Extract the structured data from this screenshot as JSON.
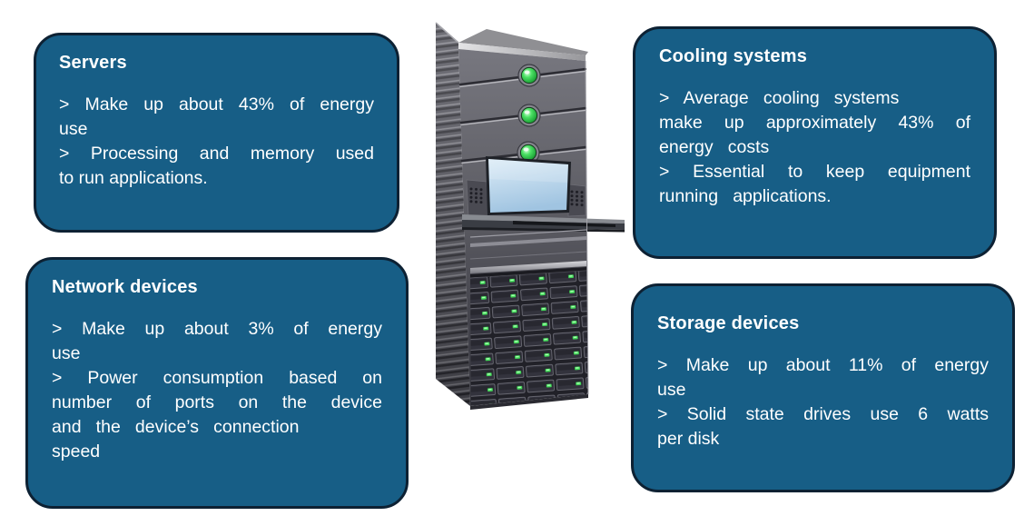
{
  "colors": {
    "card_fill": "#175E86",
    "card_border": "#0D2133",
    "card_text": "#FFFFFF",
    "led_green": "#41DA58",
    "screen_blue": "#BDD9EE",
    "rack_gray": "#5F5F66"
  },
  "illustration": {
    "name": "server-rack-tower"
  },
  "boxes": [
    {
      "id": "servers",
      "title": "Servers",
      "lines": [
        "> Make up about 43% of energy",
        "use",
        "> Processing and memory used",
        "to run applications."
      ]
    },
    {
      "id": "cooling",
      "title": "Cooling systems",
      "lines": [
        "> Average cooling systems",
        "make up approximately 43% of",
        "energy costs",
        "> Essential to keep equipment",
        "running applications."
      ]
    },
    {
      "id": "network",
      "title": "Network devices",
      "lines": [
        "> Make up about 3% of energy",
        "use",
        "> Power consumption based on",
        "number of ports on the device",
        "and the device’s connection",
        "speed"
      ]
    },
    {
      "id": "storage",
      "title": "Storage devices",
      "lines": [
        "> Make up about 11% of energy",
        "use",
        "> Solid state drives use 6 watts",
        "per disk"
      ]
    }
  ]
}
